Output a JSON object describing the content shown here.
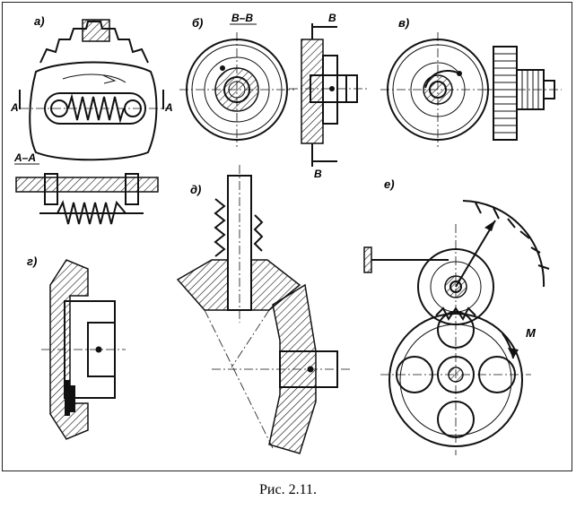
{
  "figure": {
    "caption": "Рис. 2.11.",
    "labels": {
      "a": "а)",
      "b": "б)",
      "v": "в)",
      "g": "г)",
      "d": "д)",
      "e": "е)",
      "section_bb": "В–В",
      "section_aa": "А–А",
      "mark_a_left": "А",
      "mark_a_right": "А",
      "mark_b_top": "В",
      "mark_b_bottom": "В",
      "moment": "М"
    }
  }
}
